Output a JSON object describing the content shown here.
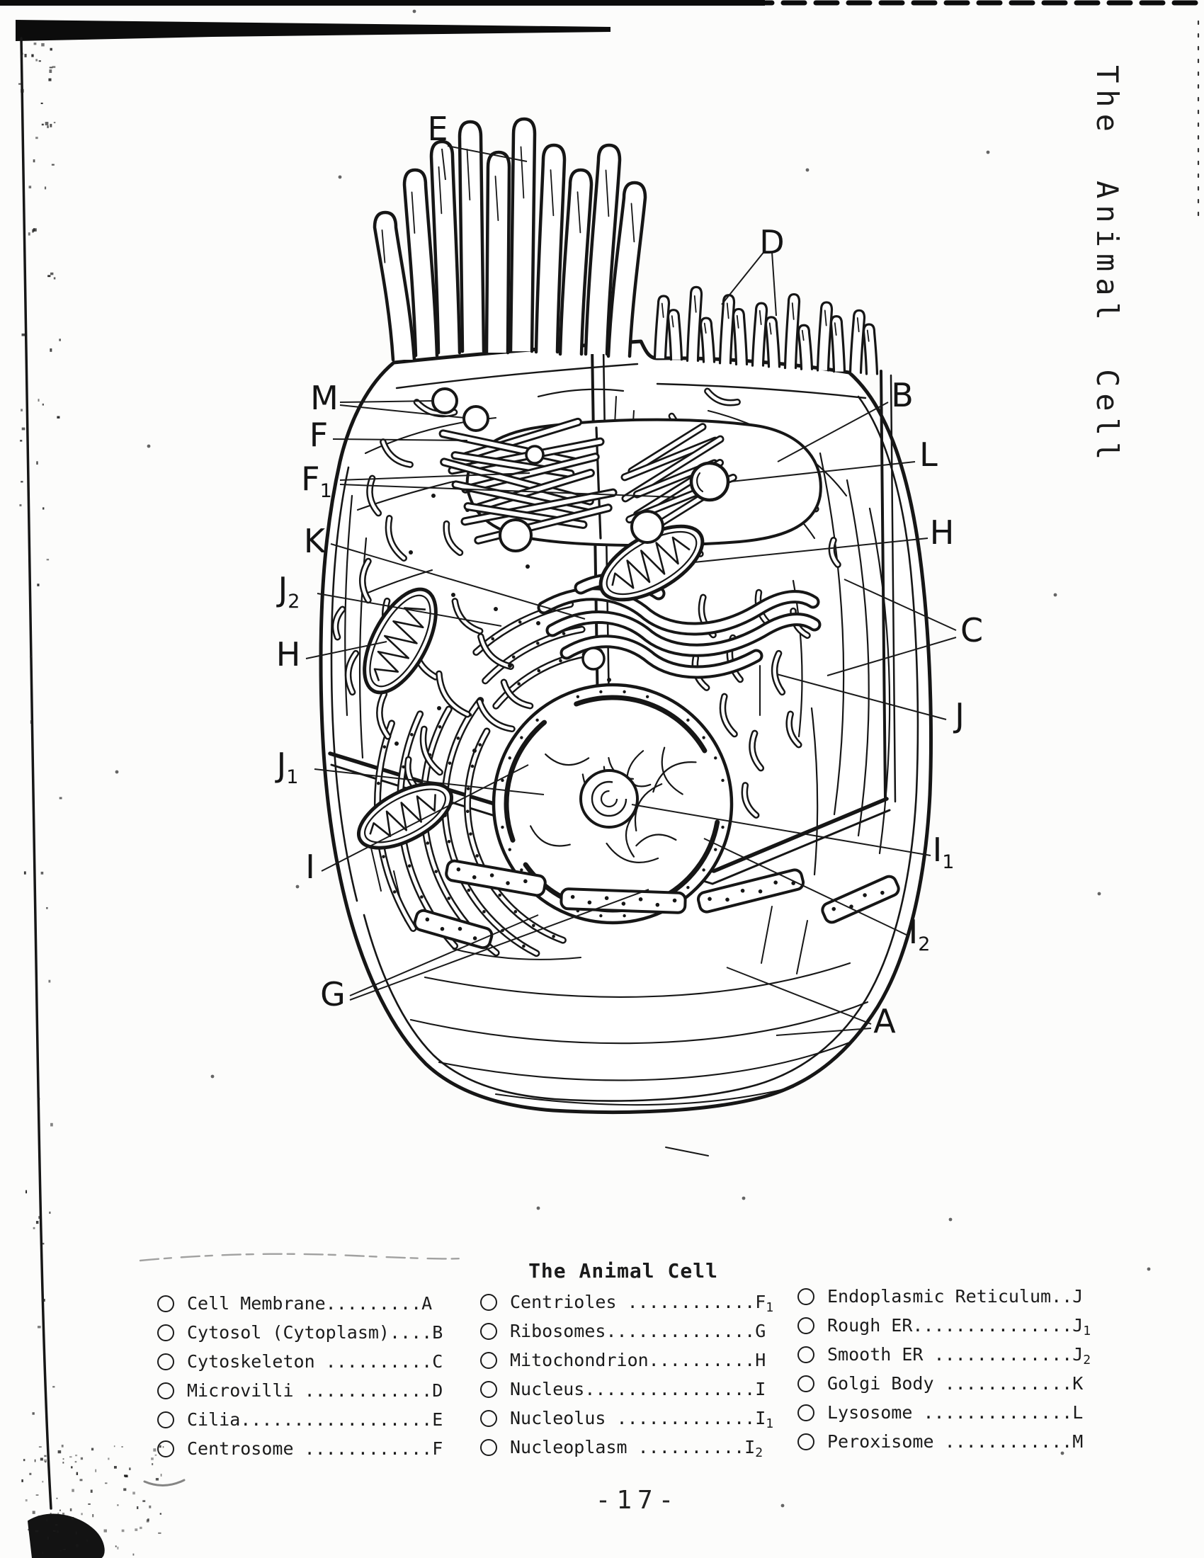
{
  "page": {
    "side_title": "The Animal Cell",
    "page_number": "-17-"
  },
  "legend": {
    "title": "The Animal Cell",
    "columns": [
      {
        "items": [
          {
            "text": "Cell Membrane.........",
            "code": "A",
            "sub": ""
          },
          {
            "text": "Cytosol (Cytoplasm)....",
            "code": "B",
            "sub": ""
          },
          {
            "text": "Cytoskeleton ..........",
            "code": "C",
            "sub": ""
          },
          {
            "text": "Microvilli ............",
            "code": "D",
            "sub": ""
          },
          {
            "text": "Cilia..................",
            "code": "E",
            "sub": ""
          },
          {
            "text": "Centrosome ............",
            "code": "F",
            "sub": ""
          }
        ]
      },
      {
        "items": [
          {
            "text": "Centrioles ............",
            "code": "F",
            "sub": "1"
          },
          {
            "text": "Ribosomes..............",
            "code": "G",
            "sub": ""
          },
          {
            "text": "Mitochondrion..........",
            "code": "H",
            "sub": ""
          },
          {
            "text": "Nucleus................",
            "code": "I",
            "sub": ""
          },
          {
            "text": "Nucleolus .............",
            "code": "I",
            "sub": "1"
          },
          {
            "text": "Nucleoplasm ..........",
            "code": "I",
            "sub": "2"
          }
        ]
      },
      {
        "items": [
          {
            "text": "Endoplasmic Reticulum..",
            "code": "J",
            "sub": ""
          },
          {
            "text": "Rough ER...............",
            "code": "J",
            "sub": "1"
          },
          {
            "text": "Smooth ER .............",
            "code": "J",
            "sub": "2"
          },
          {
            "text": "Golgi Body ............",
            "code": "K",
            "sub": ""
          },
          {
            "text": "Lysosome ..............",
            "code": "L",
            "sub": ""
          },
          {
            "text": "Peroxisome ............",
            "code": "M",
            "sub": ""
          }
        ]
      }
    ]
  },
  "diagram": {
    "labels": [
      {
        "base": "E",
        "sub": ""
      },
      {
        "base": "D",
        "sub": ""
      },
      {
        "base": "M",
        "sub": ""
      },
      {
        "base": "F",
        "sub": ""
      },
      {
        "base": "F",
        "sub": "1"
      },
      {
        "base": "K",
        "sub": ""
      },
      {
        "base": "J",
        "sub": "2"
      },
      {
        "base": "H",
        "sub": ""
      },
      {
        "base": "J",
        "sub": "1"
      },
      {
        "base": "I",
        "sub": ""
      },
      {
        "base": "G",
        "sub": ""
      },
      {
        "base": "B",
        "sub": ""
      },
      {
        "base": "L",
        "sub": ""
      },
      {
        "base": "H",
        "sub": ""
      },
      {
        "base": "C",
        "sub": ""
      },
      {
        "base": "J",
        "sub": ""
      },
      {
        "base": "I",
        "sub": "1"
      },
      {
        "base": "I",
        "sub": "2"
      },
      {
        "base": "A",
        "sub": ""
      }
    ]
  }
}
